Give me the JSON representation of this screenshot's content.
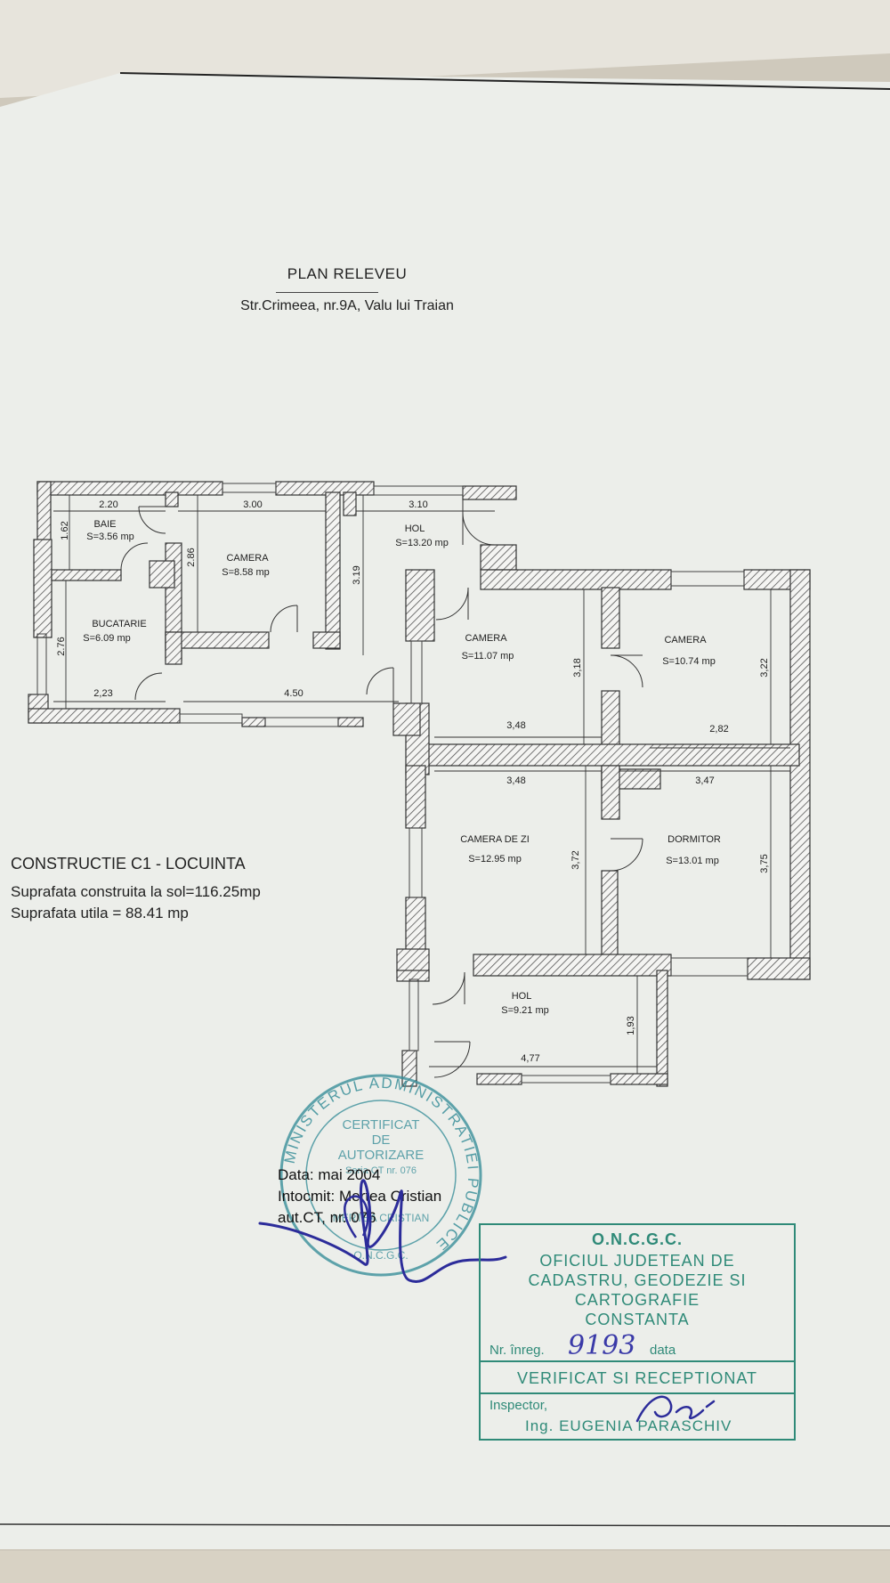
{
  "header": {
    "title": "PLAN RELEVEU",
    "address": "Str.Crimeea, nr.9A, Valu lui Traian"
  },
  "rooms": [
    {
      "name": "BAIE",
      "area": "S=3.56 mp"
    },
    {
      "name": "CAMERA",
      "area": "S=8.58 mp"
    },
    {
      "name": "HOL",
      "area": "S=13.20 mp"
    },
    {
      "name": "BUCATARIE",
      "area": "S=6.09 mp"
    },
    {
      "name": "CAMERA",
      "area": "S=11.07 mp"
    },
    {
      "name": "CAMERA",
      "area": "S=10.74 mp"
    },
    {
      "name": "CAMERA DE ZI",
      "area": "S=12.95 mp"
    },
    {
      "name": "DORMITOR",
      "area": "S=13.01 mp"
    },
    {
      "name": "HOL",
      "area": "S=9.21 mp"
    }
  ],
  "dimensions": [
    "2.20",
    "3.00",
    "3.10",
    "1.62",
    "2.86",
    "3.19",
    "2.76",
    "2,23",
    "4.50",
    "3,18",
    "3,22",
    "3,48",
    "2,82",
    "3,48",
    "3,47",
    "3,72",
    "3,75",
    "1,93",
    "4,77"
  ],
  "summary": {
    "construction": "CONSTRUCTIE C1 - LOCUINTA",
    "built_area": "Suprafata construita la sol=116.25mp",
    "useful_area": "Suprafata utila =  88.41 mp"
  },
  "author": {
    "date": "Data: mai 2004",
    "drawn_by": "Intocmit: Mertea Cristian",
    "authorization": "aut.CT, nr. 076"
  },
  "round_stamp": {
    "ring_text": "MINISTERUL ADMINISTRATIEI PUBLICE",
    "center_lines": [
      "CERTIFICAT",
      "DE",
      "AUTORIZARE",
      "Seria CT nr. 076"
    ],
    "name": "MERTEA CRISTIAN",
    "bottom": "O.N.C.G.C."
  },
  "office_stamp": {
    "acronym": "O.N.C.G.C.",
    "line1": "OFICIUL JUDETEAN DE",
    "line2": "CADASTRU, GEODEZIE SI",
    "line3": "CARTOGRAFIE",
    "line4": "CONSTANTA",
    "reg_label": "Nr. înreg.",
    "reg_number": "9193",
    "date_label": "data",
    "verified": "VERIFICAT SI RECEPTIONAT",
    "inspector_label": "Inspector,",
    "inspector_name": "Ing. EUGENIA PARASCHIV"
  },
  "colors": {
    "paper": "#eceeea",
    "wall_hatch": "#555555",
    "stamp_teal": "#2f8a78",
    "stamp_blue": "#3a6fb0",
    "signature_ink": "#2c2c9a"
  }
}
